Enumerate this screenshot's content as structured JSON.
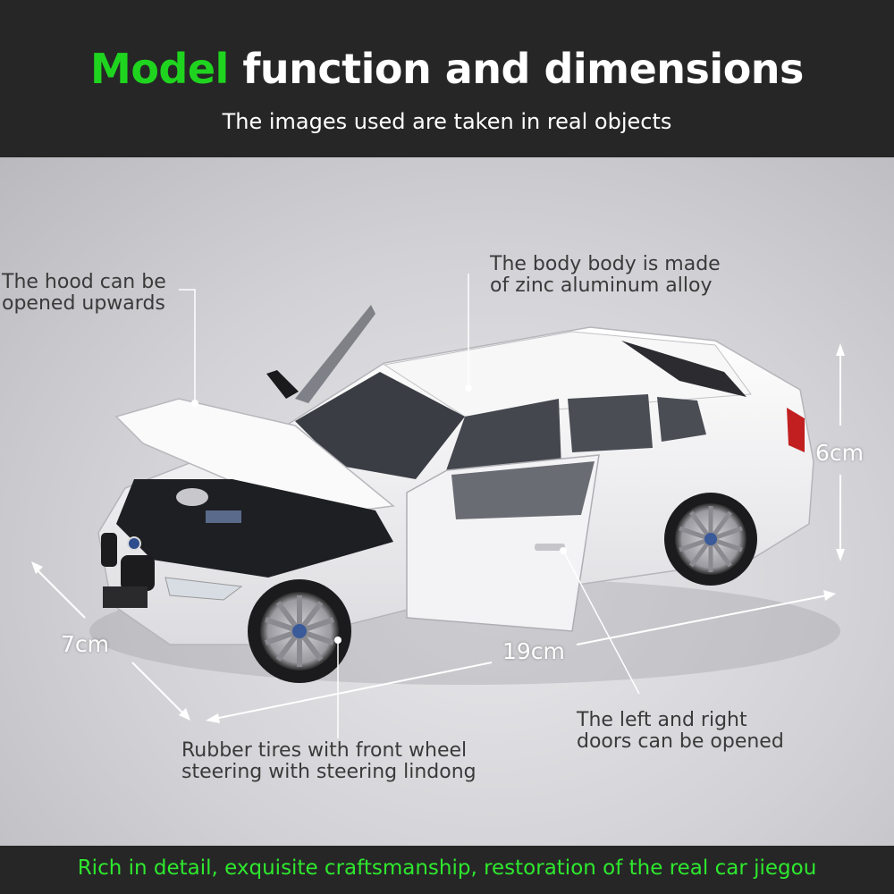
{
  "header": {
    "title_accent": "Model",
    "title_rest": "function and dimensions",
    "subtitle": "The images used are taken in real objects"
  },
  "annotations": {
    "hood_line1": "The hood can be",
    "hood_line2": "opened upwards",
    "body_line1": "The body body is made",
    "body_line2": "of zinc aluminum alloy",
    "tires_line1": "Rubber tires with front wheel",
    "tires_line2": "steering with steering lindong",
    "doors_line1": "The left and right",
    "doors_line2": "doors can be opened"
  },
  "dimensions": {
    "height": "6cm",
    "width": "7cm",
    "length": "19cm"
  },
  "footer": {
    "text": "Rich in detail, exquisite craftsmanship, restoration of the real car jiegou"
  },
  "colors": {
    "accent_green": "#1fd41f",
    "footer_green": "#2ee82e",
    "header_bg": "#262626",
    "car_body": "#f4f4f6"
  }
}
